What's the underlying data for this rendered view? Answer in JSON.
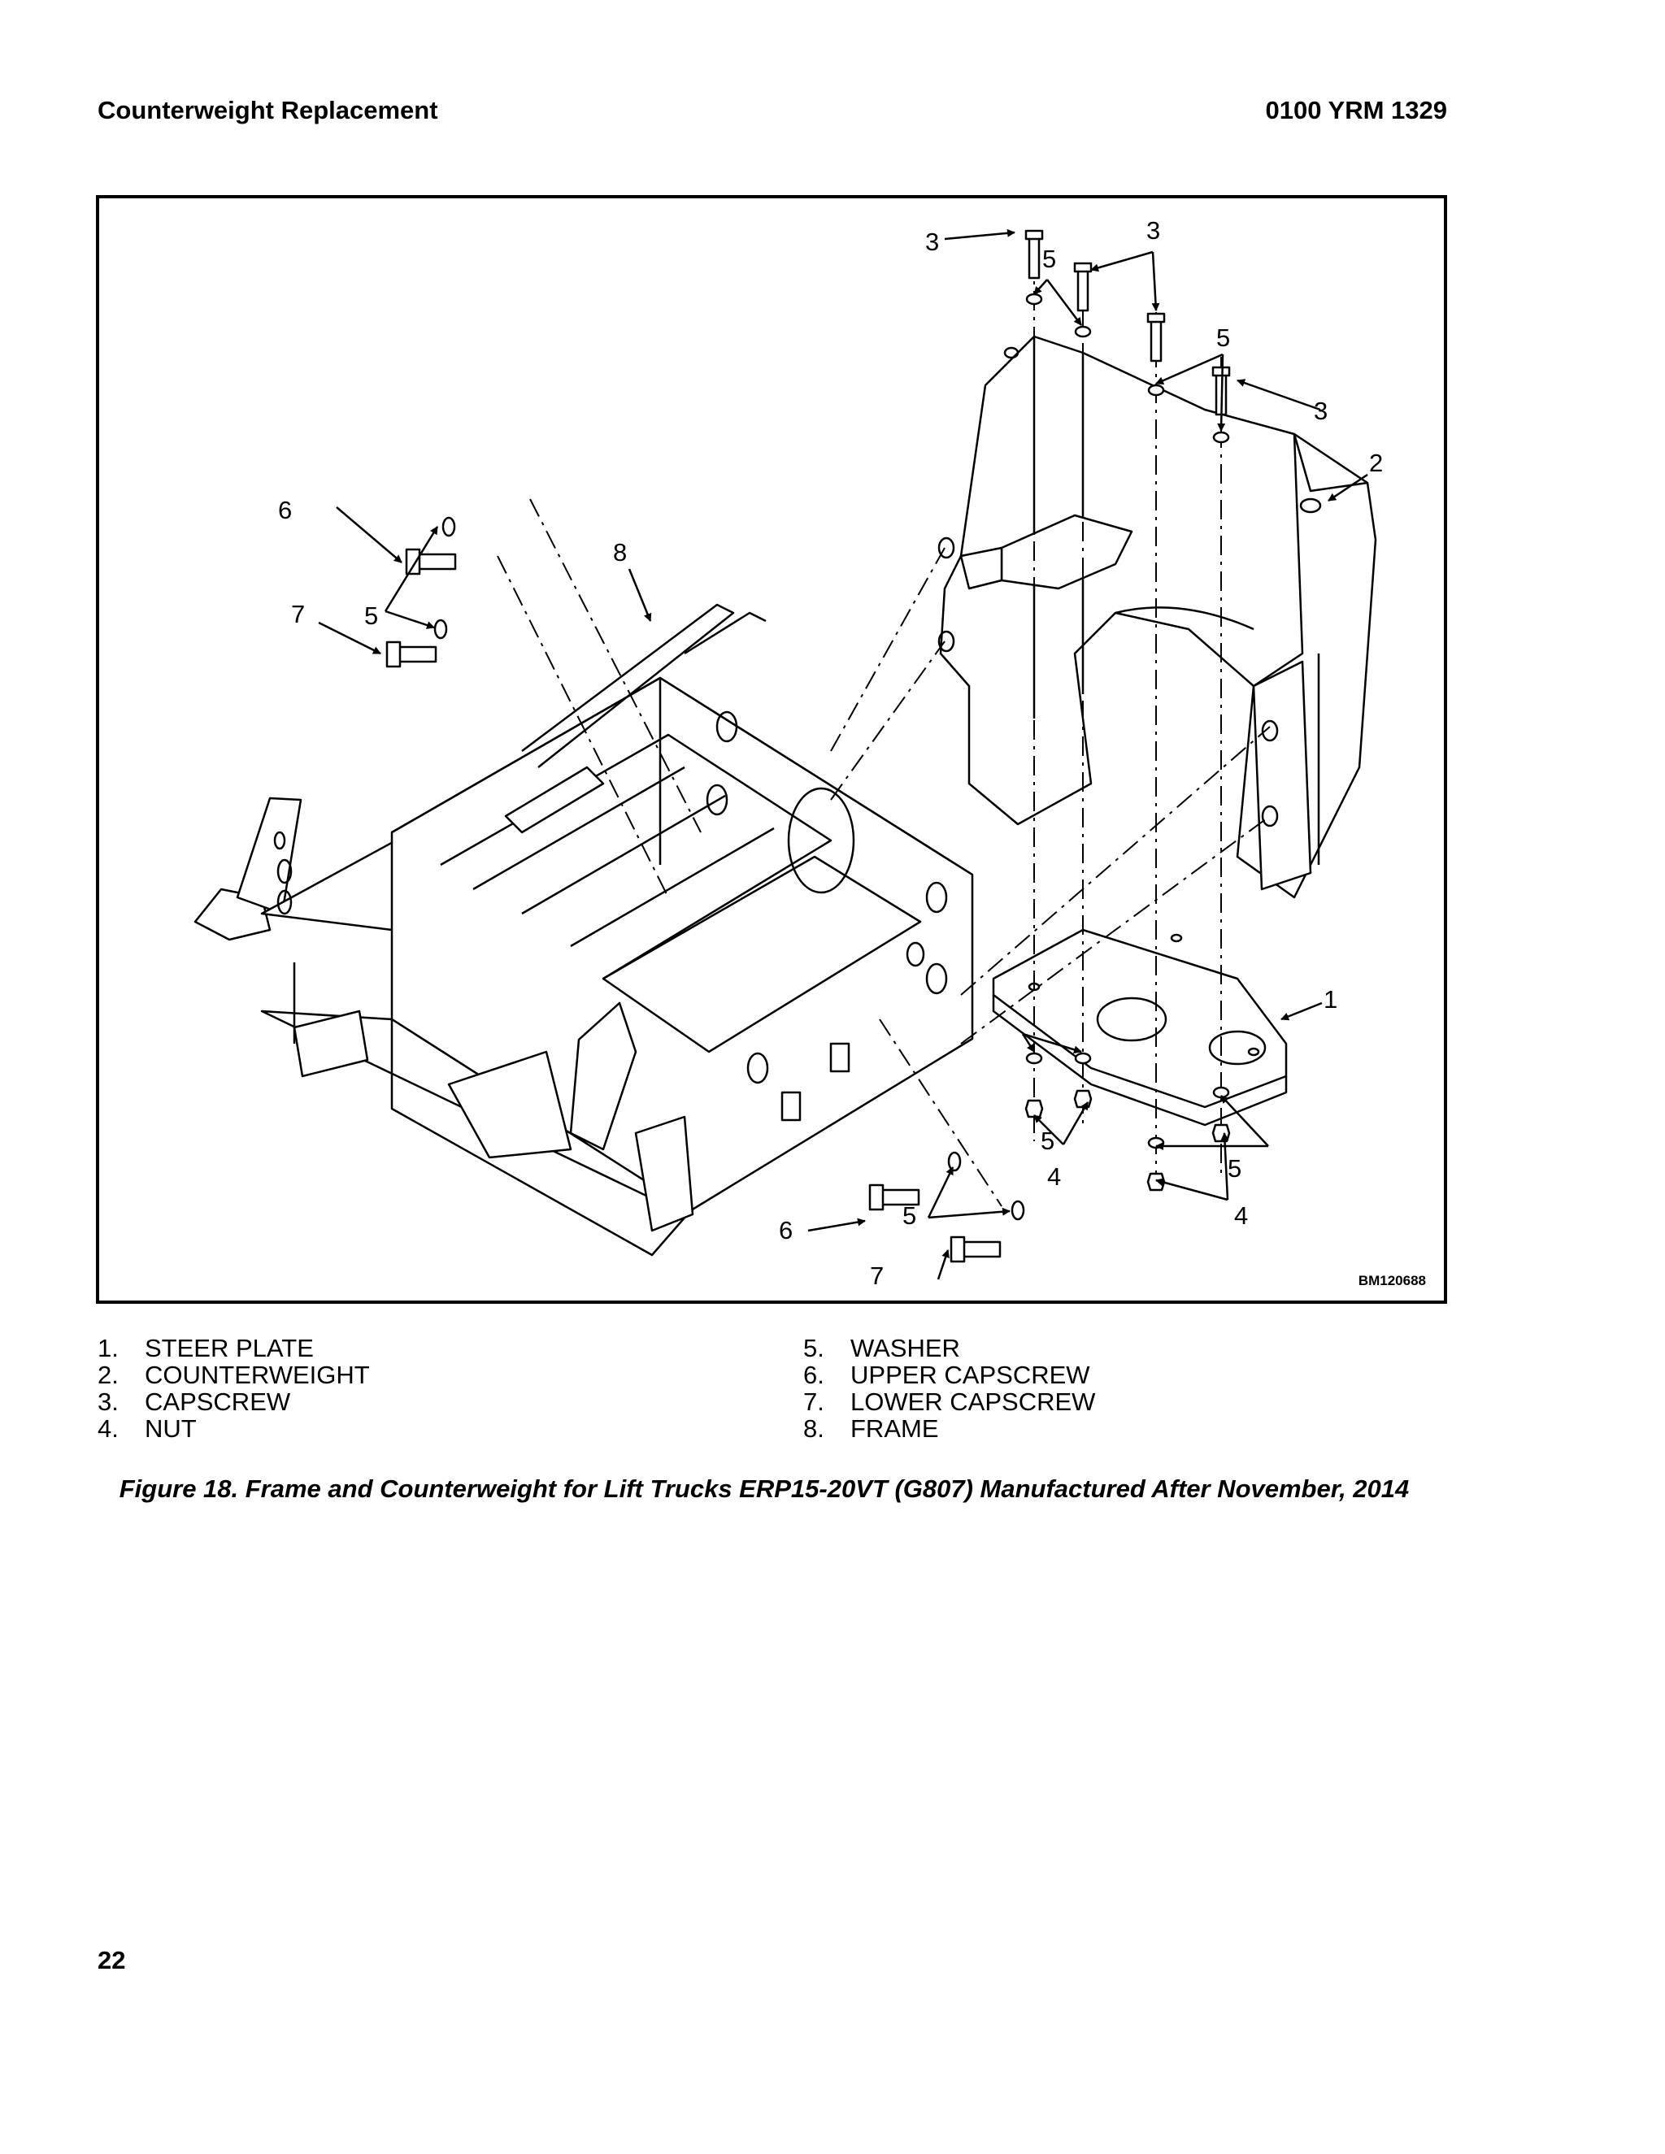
{
  "header": {
    "section_title": "Counterweight Replacement",
    "doc_number": "0100 YRM 1329"
  },
  "figure": {
    "drawing_id": "BM120688",
    "callouts": [
      "1",
      "2",
      "3",
      "4",
      "5",
      "6",
      "7",
      "8"
    ]
  },
  "legend": {
    "left": [
      {
        "num": "1.",
        "label": "STEER PLATE"
      },
      {
        "num": "2.",
        "label": "COUNTERWEIGHT"
      },
      {
        "num": "3.",
        "label": "CAPSCREW"
      },
      {
        "num": "4.",
        "label": "NUT"
      }
    ],
    "right": [
      {
        "num": "5.",
        "label": "WASHER"
      },
      {
        "num": "6.",
        "label": "UPPER CAPSCREW"
      },
      {
        "num": "7.",
        "label": "LOWER CAPSCREW"
      },
      {
        "num": "8.",
        "label": "FRAME"
      }
    ]
  },
  "caption": "Figure 18. Frame and Counterweight for Lift Trucks ERP15-20VT (G807) Manufactured After November, 2014",
  "page_number": "22"
}
